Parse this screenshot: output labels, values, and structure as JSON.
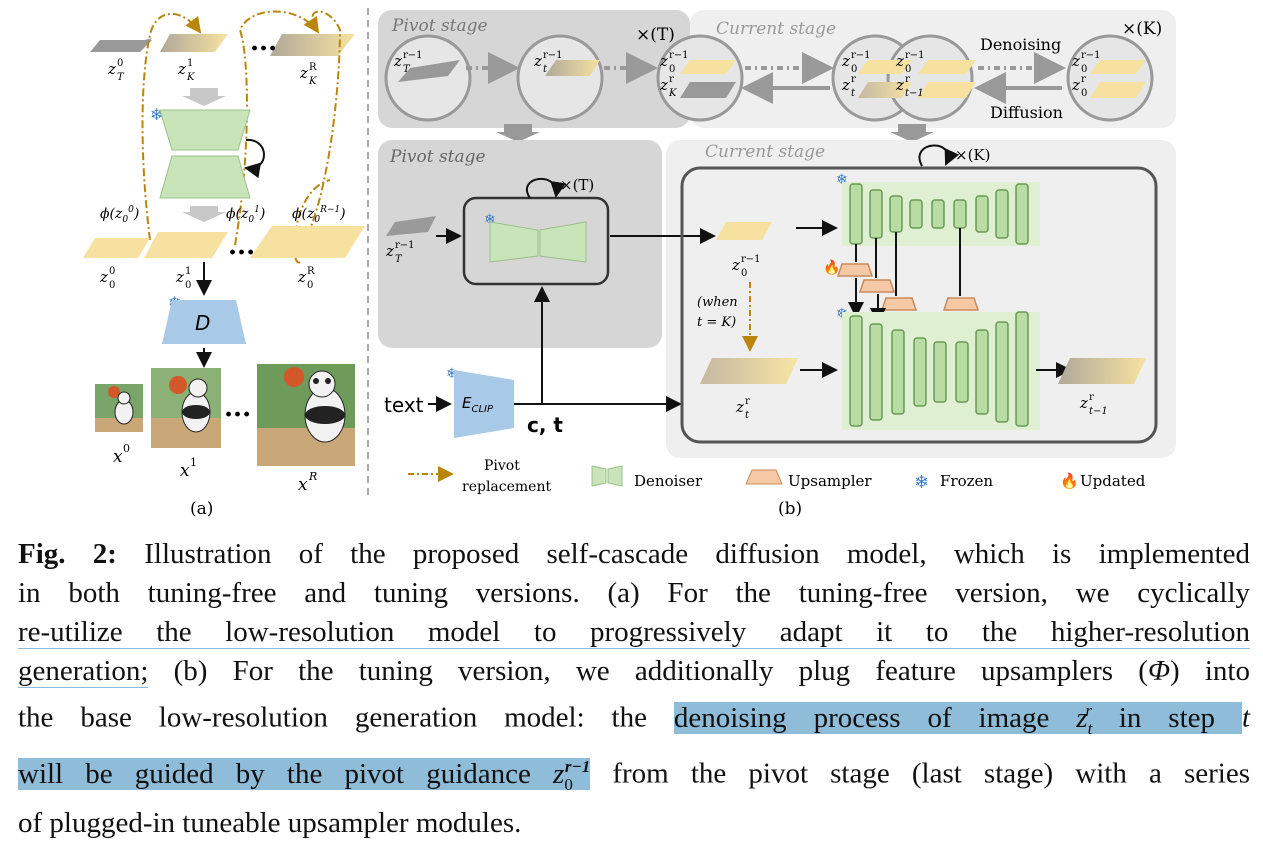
{
  "figure": {
    "panel_a": {
      "latents_top": [
        "z",
        "z",
        "z"
      ],
      "latents_top_sub": [
        "T",
        "K",
        "K"
      ],
      "latents_top_sup": [
        "0",
        "1",
        "R"
      ],
      "ellipsis": "...",
      "phi_labels": [
        "ϕ(z₀⁰)",
        "ϕ(z₀¹)",
        "ϕ(z₀ᴿ⁻¹)"
      ],
      "latents_bottom_sup": [
        "0",
        "1",
        "R"
      ],
      "decoder": "D",
      "images": [
        "x⁰",
        "x¹",
        "xᴿ"
      ],
      "caption": "(a)"
    },
    "panel_b": {
      "top": {
        "pivot_stage": "Pivot stage",
        "current_stage": "Current stage",
        "times_T": "×(T)",
        "times_K": "×(K)",
        "denoising": "Denoising",
        "diffusion": "Diffusion"
      },
      "pivot_stage": "Pivot stage",
      "current_stage": "Current stage",
      "loop_T": "×(T)",
      "loop_K": "×(K)",
      "text_input": "text",
      "encoder": "E",
      "encoder_sub": "CLIP",
      "cond": "c, t",
      "when": "(when",
      "when2": "t = K)",
      "caption": "(b)"
    },
    "legend": {
      "pivot_replacement_1": "Pivot",
      "pivot_replacement_2": "replacement",
      "denoiser": "Denoiser",
      "upsampler": "Upsampler",
      "frozen": "Frozen",
      "updated": "Updated"
    }
  },
  "caption": {
    "fig_label": "Fig. 2:",
    "line1": "Illustration of the proposed self-cascade diffusion model, which is implemented",
    "line2": "in both tuning-free and tuning versions. (a) For the tuning-free version, we cyclically",
    "line3": "re-utilize the low-resolution model to progressively adapt it to the higher-resolution",
    "line4a": "generation;",
    "line4b": " (b) For the tuning version, we additionally plug feature upsamplers (",
    "line4_phi": "Φ",
    "line4c": ") into",
    "line5a": "the base low-resolution generation model: the ",
    "line5_hl": "denoising process of image ",
    "line5_z": "z",
    "line5_zsub": "t",
    "line5_zsup": "r",
    "line5_hl2": " in step ",
    "line5_t": "t",
    "line6_hl": "will be guided by the pivot guidance ",
    "line6_z": "z",
    "line6_zsub": "0",
    "line6_zsup": "r−1",
    "line6b": " from the pivot stage (last stage) with a series",
    "line7": "of plugged-in tuneable upsampler modules."
  },
  "colors": {
    "denoiser_fill": "#c9e4b8",
    "upsampler_fill": "#f5c9a6",
    "decoder_fill": "#a9c9e8",
    "pivot_replacement": "#b8860b",
    "highlight": "#8fbcd8"
  }
}
